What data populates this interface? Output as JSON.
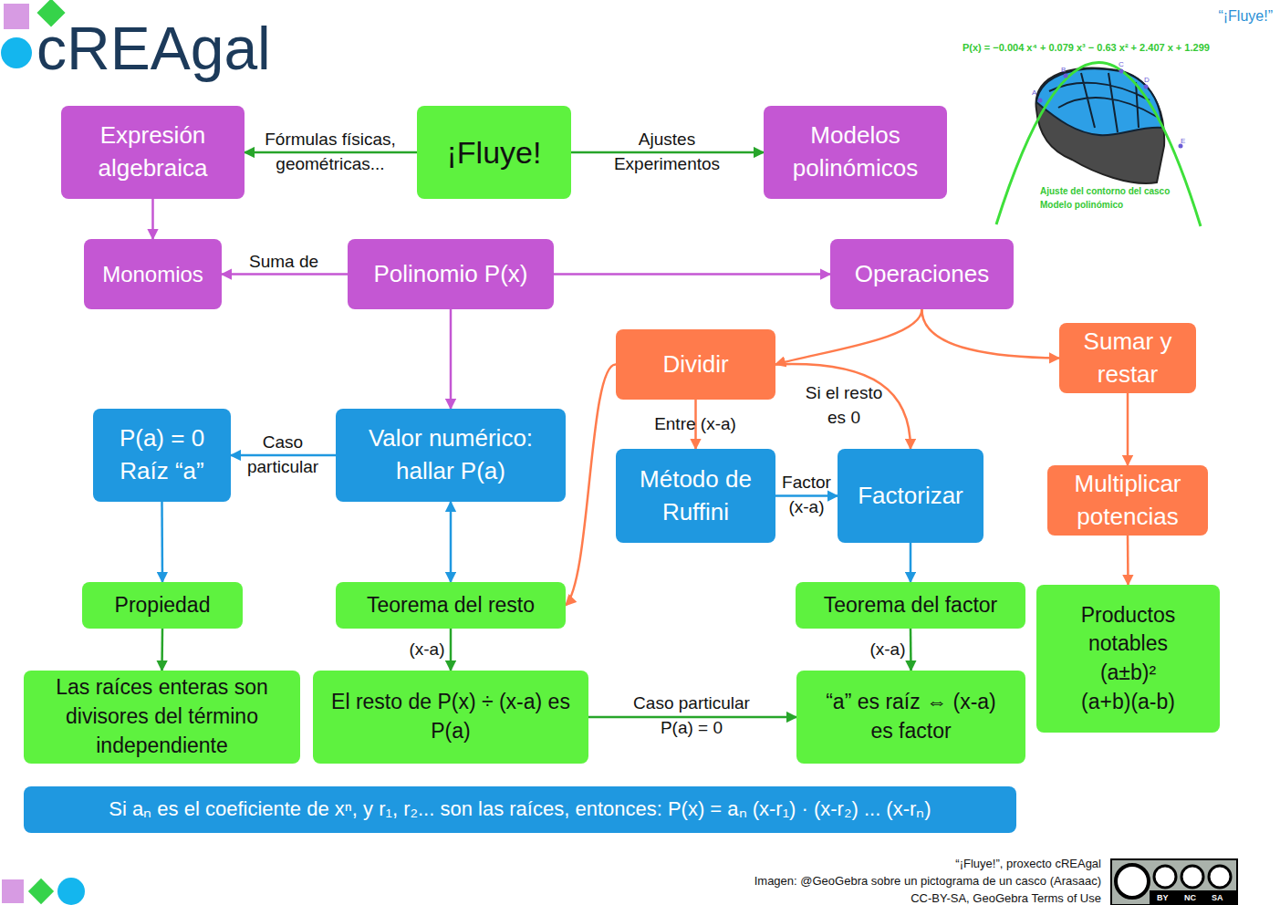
{
  "diagram": {
    "nodes": [
      {
        "text": [
          "¡Fluye!"
        ]
      },
      {
        "text": [
          "Expresión algebraica"
        ]
      },
      {
        "text": [
          "Modelos polinómicos"
        ]
      },
      {
        "text": [
          "Monomios"
        ]
      },
      {
        "text": [
          "Polinomio P(x)"
        ]
      },
      {
        "text": [
          "Operaciones"
        ]
      },
      {
        "text": [
          "Dividir"
        ]
      },
      {
        "text": [
          "Sumar y restar"
        ]
      },
      {
        "text": [
          "P(a) = 0 Raíz “a”"
        ]
      },
      {
        "text": [
          "Valor numérico: hallar P(a)"
        ]
      },
      {
        "text": [
          "Método de Ruffini"
        ]
      },
      {
        "text": [
          "Factorizar"
        ]
      },
      {
        "text": [
          "Multiplicar potencias"
        ]
      },
      {
        "text": [
          "Propiedad"
        ]
      },
      {
        "text": [
          "Teorema del resto"
        ]
      },
      {
        "text": [
          "Teorema del factor"
        ]
      },
      {
        "text": [
          "Productos notables",
          "(a±b)²",
          "(a+b)(a-b)"
        ]
      },
      {
        "text": [
          "Las raíces enteras son divisores del término independiente"
        ]
      },
      {
        "text": [
          "El resto de P(x) ÷ (x-a) es P(a)"
        ]
      },
      {
        "text": [
          "“a” es raíz ⇔ (x-a) es factor"
        ]
      },
      {
        "text": [
          "Si aₙ es el coeficiente de xⁿ, y r₁, r₂... son las raíces, entonces: P(x) = aₙ (x-r₁) · (x-r₂) ... (x-rₙ)"
        ]
      }
    ],
    "edges": [
      {
        "from": 0,
        "to": 1,
        "label": "Fórmulas físicas, geométricas...",
        "arrow": "to"
      },
      {
        "from": 0,
        "to": 2,
        "label": "Ajustes Experimentos",
        "arrow": "to"
      },
      {
        "from": 1,
        "to": 3,
        "arrow": "to"
      },
      {
        "from": 4,
        "to": 3,
        "label": "Suma de",
        "arrow": "to"
      },
      {
        "from": 4,
        "to": 5,
        "arrow": "to"
      },
      {
        "from": 4,
        "to": 9,
        "arrow": "to"
      },
      {
        "from": 5,
        "to": 6,
        "arrow": "to"
      },
      {
        "from": 5,
        "to": 7,
        "arrow": "to"
      },
      {
        "from": 6,
        "to": 10,
        "label": "Entre (x-a)",
        "arrow": "to"
      },
      {
        "from": 6,
        "to": 11,
        "label": "Si el resto es 0",
        "arrow": "to"
      },
      {
        "from": 6,
        "to": 14,
        "arrow": "to"
      },
      {
        "from": 10,
        "to": 11,
        "label": "Factor (x-a)",
        "arrow": "to"
      },
      {
        "from": 7,
        "to": 12,
        "arrow": "to"
      },
      {
        "from": 12,
        "to": 16,
        "arrow": "to"
      },
      {
        "from": 9,
        "to": 8,
        "label": "Caso particular",
        "arrow": "to"
      },
      {
        "from": 9,
        "to": 14,
        "arrow": "both"
      },
      {
        "from": 8,
        "to": 13,
        "arrow": "to"
      },
      {
        "from": 13,
        "to": 17,
        "arrow": "to"
      },
      {
        "from": 14,
        "to": 18,
        "label": "(x-a)",
        "arrow": "to"
      },
      {
        "from": 11,
        "to": 15,
        "arrow": "to"
      },
      {
        "from": 15,
        "to": 19,
        "label": "(x-a)",
        "arrow": "to"
      },
      {
        "from": 18,
        "to": 19,
        "label": "Caso particular P(a) = 0",
        "arrow": "to"
      }
    ],
    "labels": [
      "cREAgal",
      "“¡Fluye!”",
      "P(x) = −0.004 x⁴ + 0.079 x³ − 0.63 x² + 2.407 x + 1.299",
      "A",
      "B",
      "C",
      "D",
      "E",
      "Ajuste del contorno del casco",
      "Modelo polinómico",
      "“¡Fluye!”, proxecto cREAgal",
      "Imagen: @GeoGebra sobre un pictograma de un casco (Arasaac)",
      "CC-BY-SA, GeoGebra Terms of Use",
      "BY",
      "NC",
      "SA"
    ]
  }
}
